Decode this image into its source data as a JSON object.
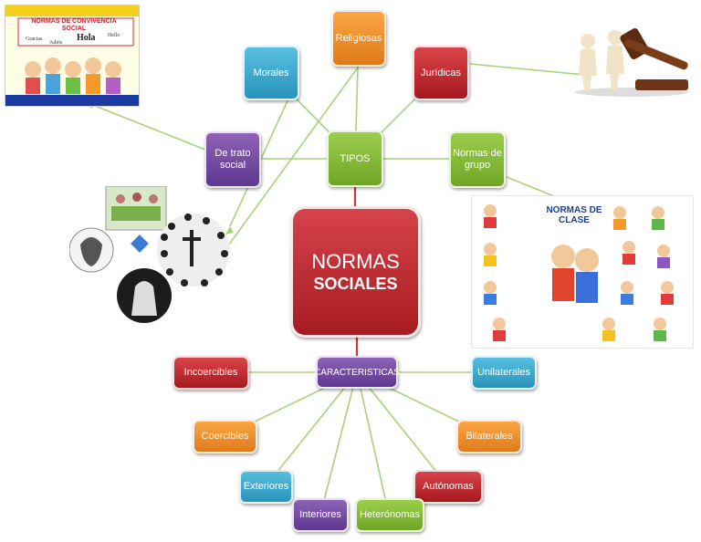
{
  "center": {
    "line1": "NORMAS",
    "line2": "SOCIALES"
  },
  "nodes": {
    "tipos": "TIPOS",
    "caracteristicas": "CARACTERISTICAS",
    "religiosas": "Religiosas",
    "morales": "Morales",
    "juridicas": "Jurídicas",
    "de_trato_social": "De trato social",
    "normas_de_grupo": "Normas de grupo",
    "incoercibles": "Incoercibles",
    "unilaterales": "Unilaterales",
    "coercibles": "Coercibles",
    "bilaterales": "Bilaterales",
    "exteriores": "Exteriores",
    "autonomas": "Autónomas",
    "interiores": "Interiores",
    "heteronomas": "Heterónomas"
  },
  "images": {
    "convivencia": {
      "title": "NORMAS DE CONVIVENCIA SOCIAL",
      "words": [
        "Gracias",
        "Adiós",
        "Hola",
        "Hello"
      ]
    },
    "clase": {
      "title": "NORMAS DE CLASE"
    }
  },
  "colors": {
    "line": "#9fcf6a",
    "tronco": "#c9383c",
    "red": "#b8252a",
    "green": "#82b93a",
    "blue": "#38a5cf",
    "orange": "#ee8b2a",
    "purple": "#6f479f"
  }
}
